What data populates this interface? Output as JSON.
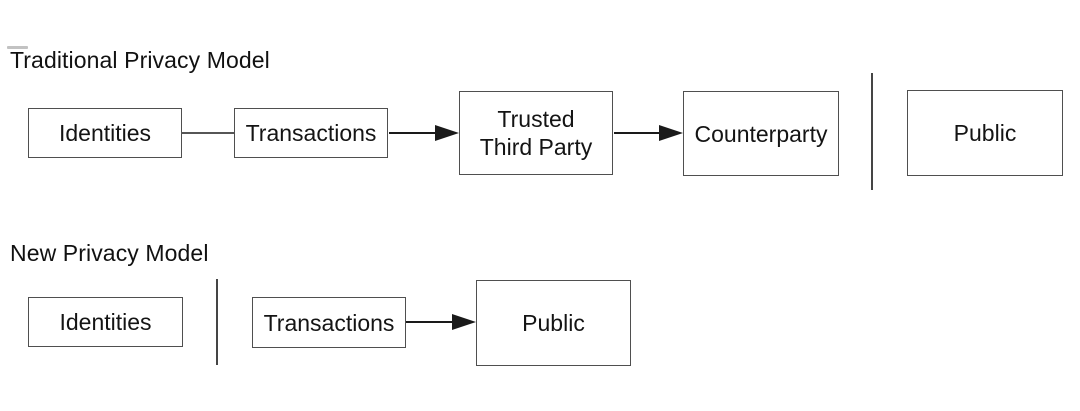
{
  "colors": {
    "background": "#ffffff",
    "text": "#141414",
    "box_border": "#4f4f4f",
    "divider": "#454545",
    "arrow": "#1a1a1a",
    "connector": "#565656"
  },
  "traditional": {
    "title": "Traditional Privacy Model",
    "identities": "Identities",
    "transactions": "Transactions",
    "trusted_third_party": [
      "Trusted",
      "Third Party"
    ],
    "counterparty": "Counterparty",
    "public": "Public"
  },
  "new_model": {
    "title": "New Privacy Model",
    "identities": "Identities",
    "transactions": "Transactions",
    "public": "Public"
  }
}
